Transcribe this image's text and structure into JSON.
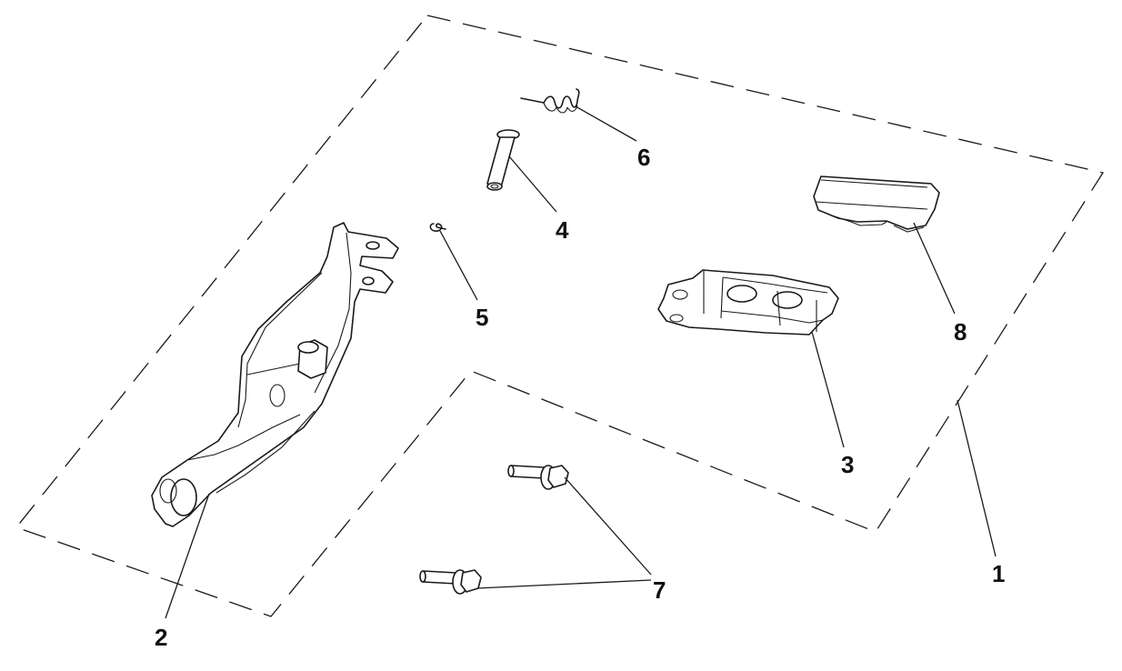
{
  "diagram": {
    "type": "exploded-parts",
    "colors": {
      "line": "#1a1a1a",
      "background": "#ffffff"
    },
    "callouts": [
      {
        "id": "1",
        "label": "1"
      },
      {
        "id": "2",
        "label": "2"
      },
      {
        "id": "3",
        "label": "3"
      },
      {
        "id": "4",
        "label": "4"
      },
      {
        "id": "5",
        "label": "5"
      },
      {
        "id": "6",
        "label": "6"
      },
      {
        "id": "7",
        "label": "7"
      },
      {
        "id": "8",
        "label": "8"
      }
    ]
  }
}
